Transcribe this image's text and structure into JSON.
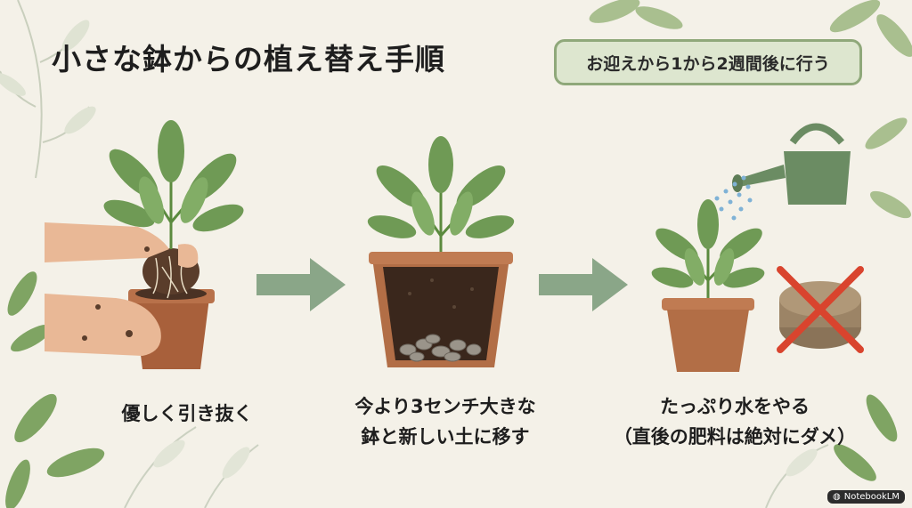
{
  "title": "小さな鉢からの植え替え手順",
  "badge": "お迎えから1から2週間後に行う",
  "steps": [
    {
      "lines": [
        "優しく引き抜く"
      ]
    },
    {
      "lines": [
        "今より3センチ大きな",
        "鉢と新しい土に移す"
      ]
    },
    {
      "lines": [
        "たっぷり水をやる",
        "（直後の肥料は絶対にダメ）"
      ]
    }
  ],
  "watermark": "NotebookLM",
  "colors": {
    "background": "#f4f1e8",
    "leaf": "#6f9a55",
    "arrow": "#8aa688",
    "pot": "#b26e46",
    "cross": "#d9442e",
    "badge_border": "#8fa87a"
  },
  "icons": [
    "hands-icon",
    "plant-icon",
    "arrow-right-icon",
    "pot-cross-section-icon",
    "watering-can-icon",
    "no-fertilizer-icon"
  ]
}
